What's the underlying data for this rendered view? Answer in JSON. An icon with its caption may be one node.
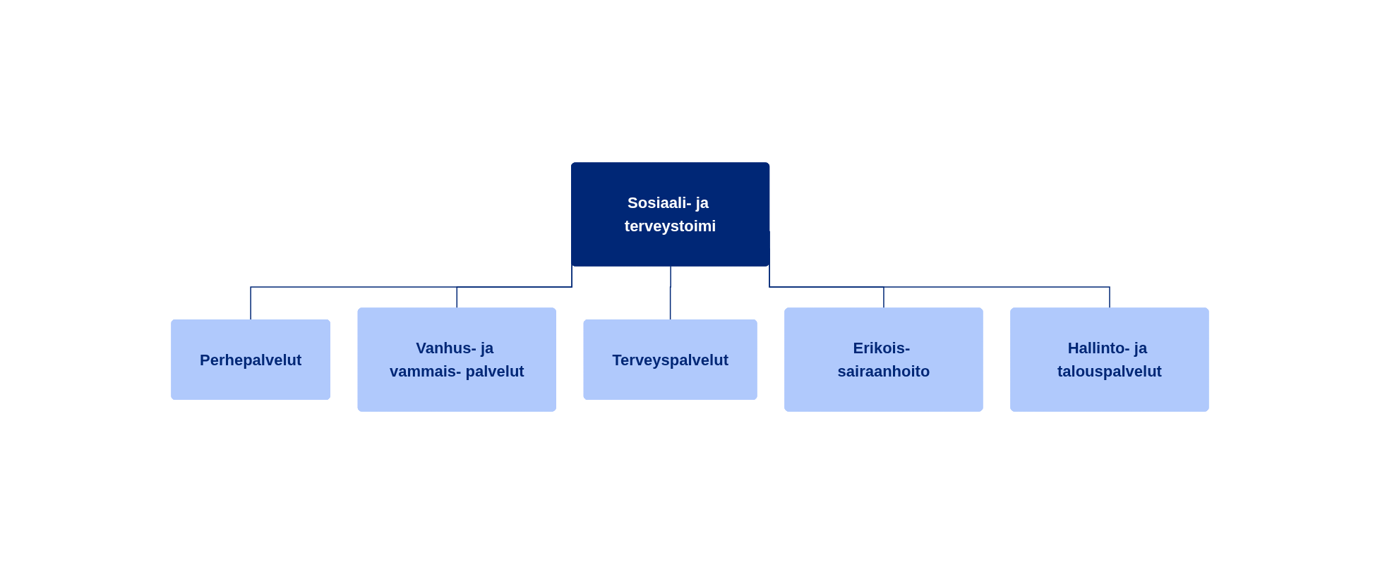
{
  "diagram": {
    "nodes": [
      {
        "text": [
          "Sosiaali- ja terveystoimi"
        ]
      },
      {
        "text": [
          "Perhepalvelut"
        ]
      },
      {
        "text": [
          "Vanhus- ja vammais- palvelut"
        ]
      },
      {
        "text": [
          "Terveyspalvelut"
        ]
      },
      {
        "text": [
          "Erikois- sairaanhoito"
        ]
      },
      {
        "text": [
          "Hallinto- ja talouspalvelut"
        ]
      }
    ],
    "edges": [
      {
        "from": 0,
        "to": 1,
        "arrow": "none"
      },
      {
        "from": 0,
        "to": 2,
        "arrow": "none"
      },
      {
        "from": 0,
        "to": 3,
        "arrow": "none"
      },
      {
        "from": 0,
        "to": 4,
        "arrow": "none"
      },
      {
        "from": 0,
        "to": 5,
        "arrow": "none"
      }
    ]
  }
}
